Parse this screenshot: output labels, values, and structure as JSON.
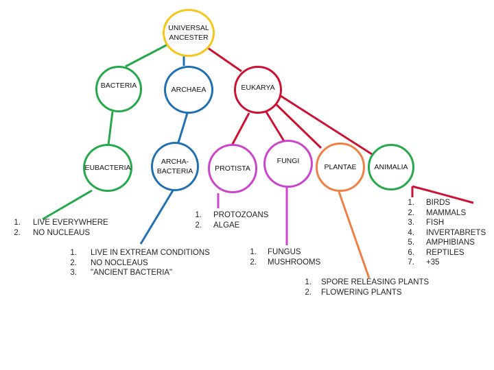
{
  "colors": {
    "yellow": "#f5c518",
    "green": "#23a84a",
    "blue": "#1f6fb2",
    "red": "#cc1133",
    "magenta": "#cc44cc",
    "orange": "#f07f44"
  },
  "nodes": {
    "universal": {
      "l1": "UNIVERSAL",
      "l2": "ANCESTER"
    },
    "bacteria": "BACTERIA",
    "archaea": "ARCHAEA",
    "eukarya": "EUKARYA",
    "eubacteria": "EUBACTERIA",
    "archabacteria": {
      "l1": "ARCHA-",
      "l2": "BACTERIA"
    },
    "protista": "PROTISTA",
    "fungi": "FUNGI",
    "plantae": "PLANTAE",
    "animalia": "ANIMALIA"
  },
  "notes": {
    "eubacteria": {
      "nums": [
        "1.",
        "2."
      ],
      "items": [
        "LIVE EVERYWHERE",
        "NO NUCLEAUS"
      ]
    },
    "archabacteria": {
      "nums": [
        "1.",
        "2.",
        "3."
      ],
      "items": [
        "LIVE IN EXTREAM CONDITIONS",
        "NO NOCLEAUS",
        "\"ANCIENT BACTERIA\""
      ]
    },
    "protista": {
      "nums": [
        "1.",
        "2."
      ],
      "items": [
        "PROTOZOANS",
        "ALGAE"
      ]
    },
    "fungi": {
      "nums": [
        "1.",
        "2."
      ],
      "items": [
        "FUNGUS",
        "MUSHROOMS"
      ]
    },
    "plantae": {
      "nums": [
        "1.",
        "2."
      ],
      "items": [
        "SPORE RELEASING PLANTS",
        "FLOWERING PLANTS"
      ]
    },
    "animalia": {
      "nums": [
        "1.",
        "2.",
        "3.",
        "4.",
        "5.",
        "6.",
        "7."
      ],
      "items": [
        "BIRDS",
        "MAMMALS",
        "FISH",
        "INVERTABRETS",
        "AMPHIBIANS",
        "REPTILES",
        "+35"
      ]
    }
  }
}
